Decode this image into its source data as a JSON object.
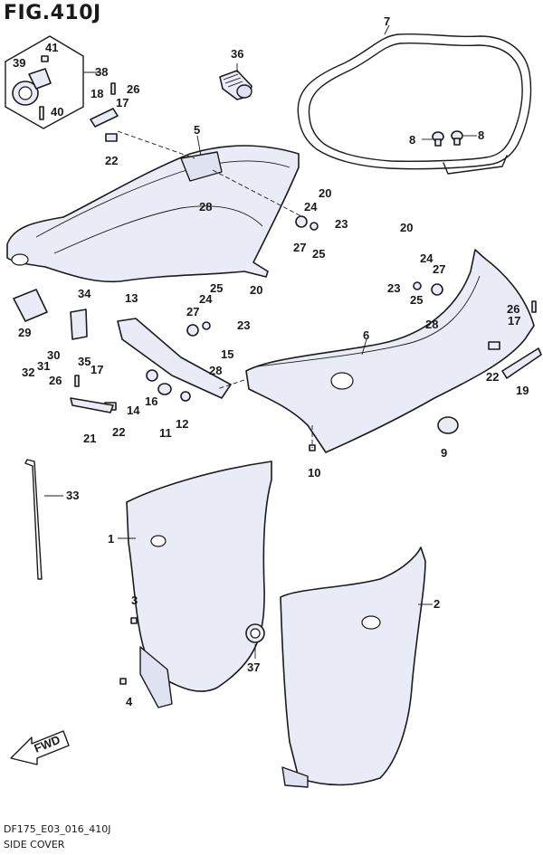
{
  "figure": {
    "title": "FIG.410J",
    "code": "DF175_E03_016_410J",
    "caption": "SIDE COVER"
  },
  "direction_marker": {
    "label": "FWD"
  },
  "callouts": {
    "c1": "1",
    "c2": "2",
    "c3": "3",
    "c4": "4",
    "c5": "5",
    "c6": "6",
    "c7": "7",
    "c8a": "8",
    "c8b": "8",
    "c9": "9",
    "c10": "10",
    "c11": "11",
    "c12": "12",
    "c13": "13",
    "c14": "14",
    "c15": "15",
    "c16": "16",
    "c17a": "17",
    "c17b": "17",
    "c17c": "17",
    "c18": "18",
    "c19": "19",
    "c20a": "20",
    "c20b": "20",
    "c20c": "20",
    "c21": "21",
    "c22a": "22",
    "c22b": "22",
    "c22c": "22",
    "c23a": "23",
    "c23b": "23",
    "c23c": "23",
    "c24a": "24",
    "c24b": "24",
    "c24c": "24",
    "c25a": "25",
    "c25b": "25",
    "c25c": "25",
    "c26a": "26",
    "c26b": "26",
    "c26c": "26",
    "c27a": "27",
    "c27b": "27",
    "c27c": "27",
    "c28a": "28",
    "c28b": "28",
    "c28c": "28",
    "c29": "29",
    "c30": "30",
    "c31": "31",
    "c32": "32",
    "c33": "33",
    "c34": "34",
    "c35": "35",
    "c36": "36",
    "c37": "37",
    "c38": "38",
    "c39": "39",
    "c40": "40",
    "c41": "41"
  }
}
